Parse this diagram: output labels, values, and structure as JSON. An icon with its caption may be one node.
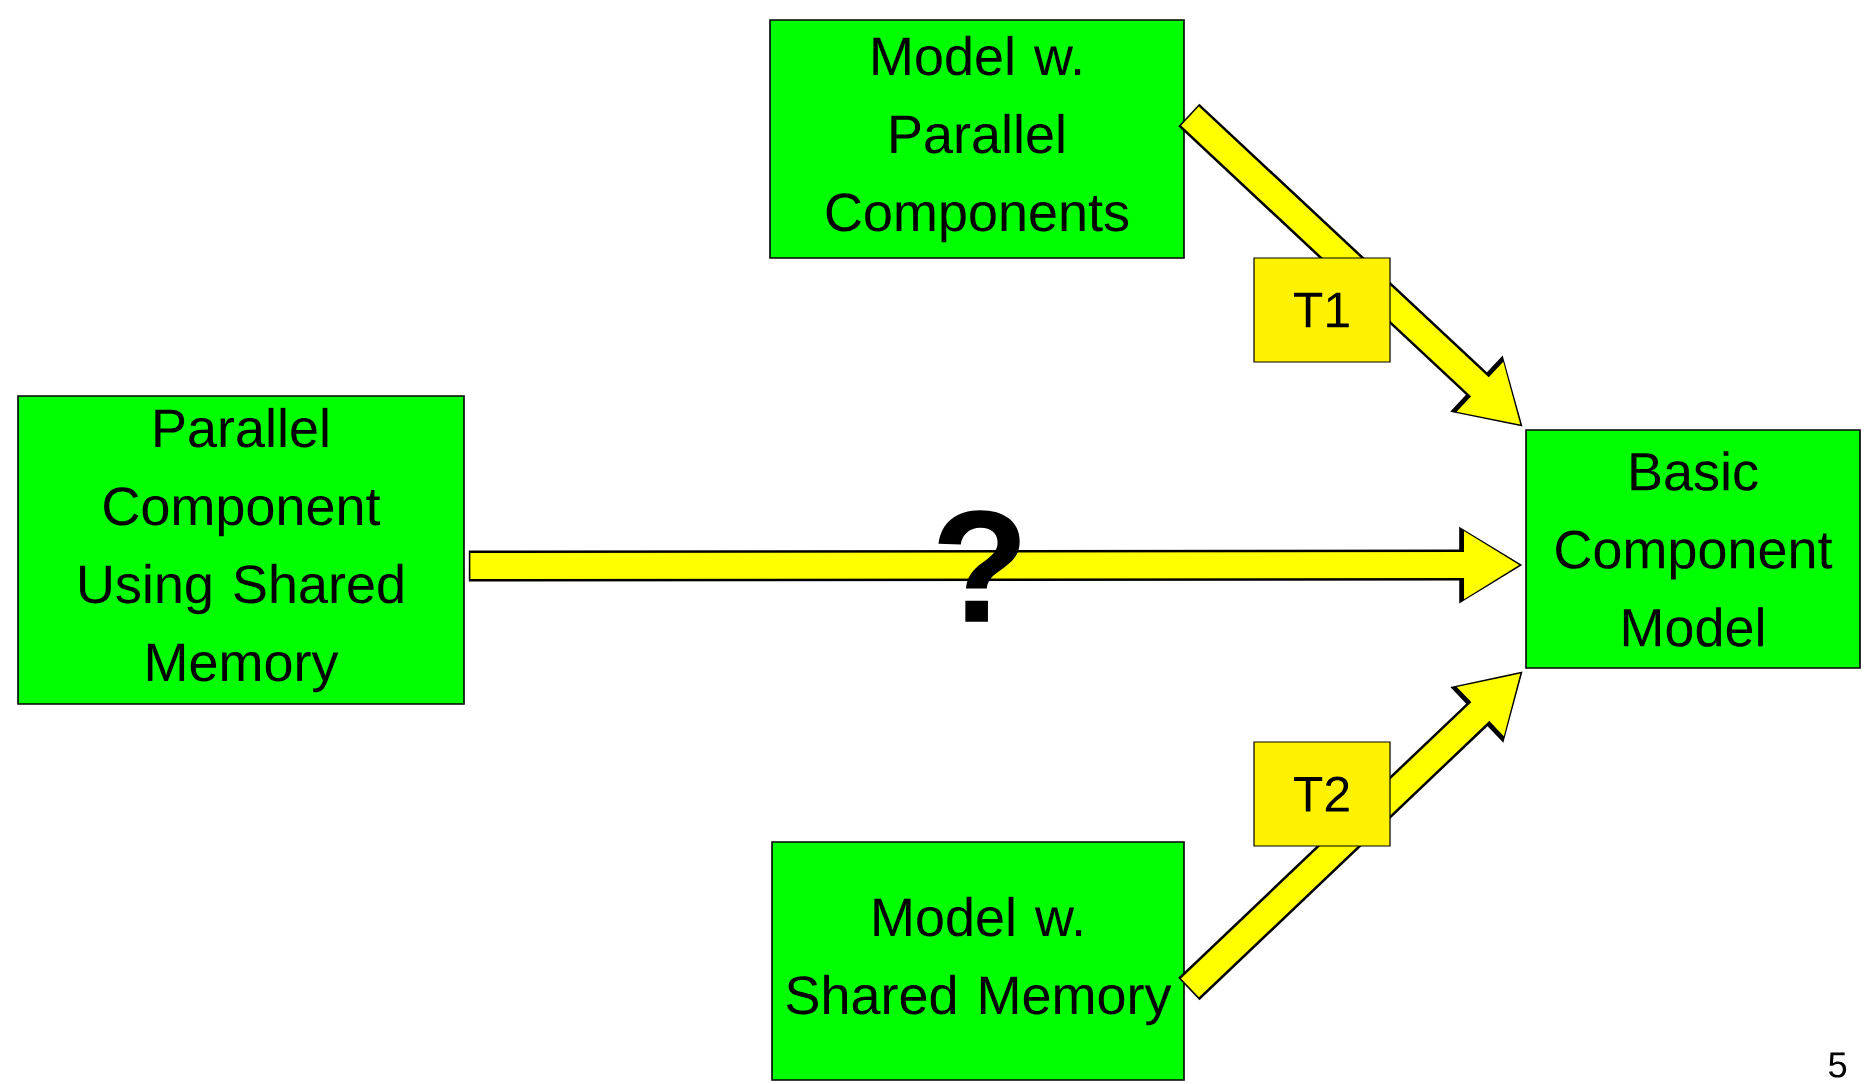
{
  "diagram": {
    "nodes": [
      {
        "text": [
          "Model w. Parallel Components"
        ]
      },
      {
        "text": [
          "Parallel Component Using Shared Memory"
        ]
      },
      {
        "text": [
          "Basic Component Model"
        ]
      },
      {
        "text": [
          "Model w. Shared Memory"
        ]
      }
    ],
    "edges": [
      {
        "from": 0,
        "to": 2,
        "arrow": "to",
        "label": "T1"
      },
      {
        "from": 1,
        "to": 2,
        "arrow": "to",
        "label": "?"
      },
      {
        "from": 3,
        "to": 2,
        "arrow": "to",
        "label": "T2"
      }
    ],
    "labels": [
      "5"
    ]
  }
}
